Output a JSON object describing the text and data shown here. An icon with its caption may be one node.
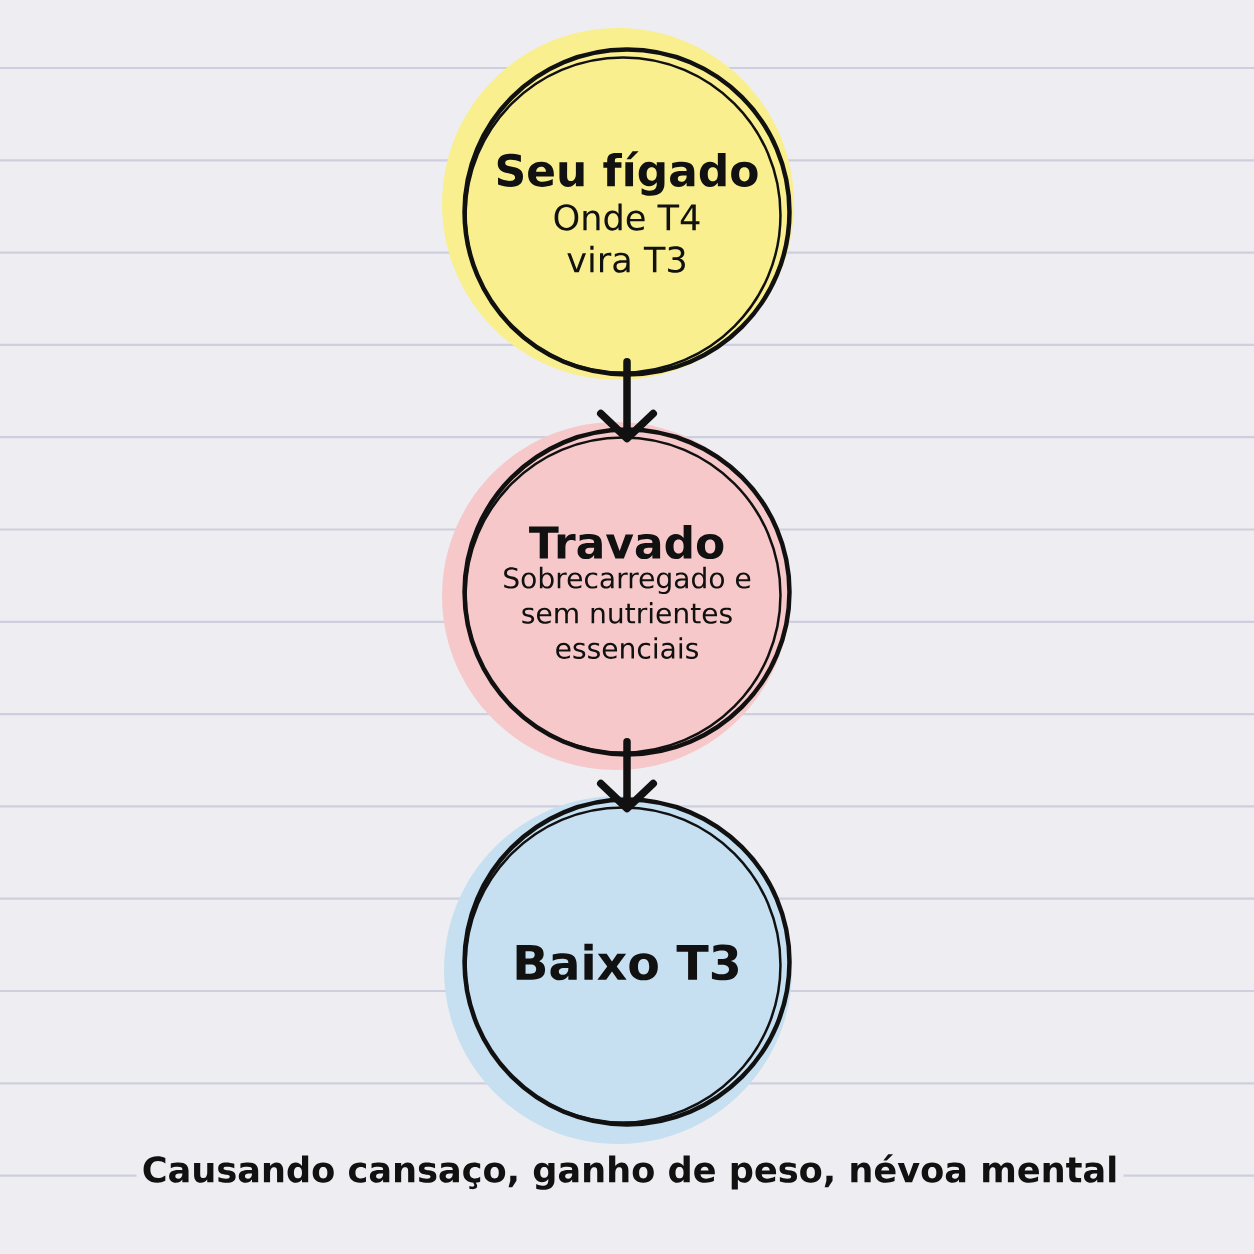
{
  "diagram": {
    "caption": "Causando cansaço, ganho de peso, névoa mental",
    "nodes": [
      {
        "text": [
          "Seu fígado",
          "Onde T4 vira T3"
        ]
      },
      {
        "text": [
          "Travado",
          "Sobrecarregado e sem nutrientes essenciais"
        ]
      },
      {
        "text": [
          "Baixo T3"
        ]
      }
    ],
    "edges": [
      {
        "from": 0,
        "to": 1,
        "arrow": "to"
      },
      {
        "from": 1,
        "to": 2,
        "arrow": "to"
      }
    ]
  }
}
